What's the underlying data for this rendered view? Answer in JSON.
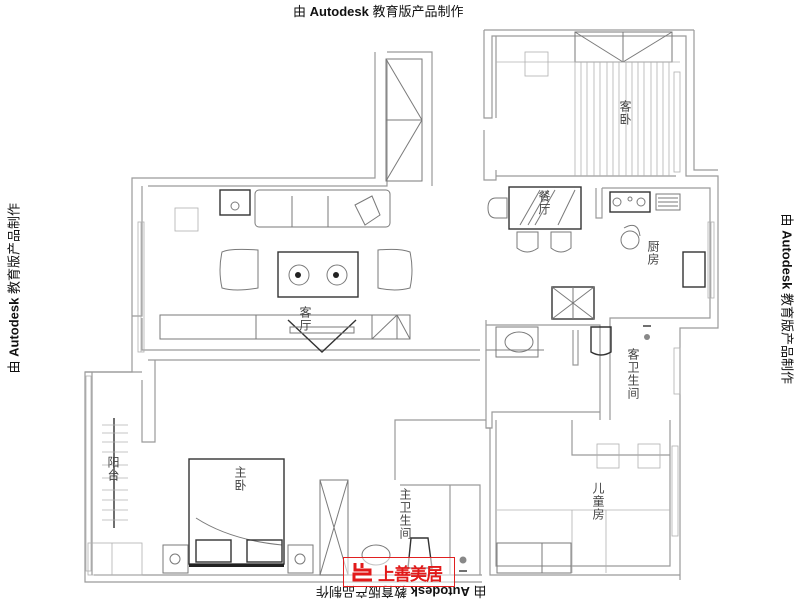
{
  "watermark": {
    "prefix": "由 ",
    "brand": "Autodesk",
    "suffix": " 教育版产品制作"
  },
  "rooms": {
    "guest_bedroom": "客卧",
    "dining": "餐厅",
    "kitchen": "厨房",
    "living_room": "客厅",
    "guest_bathroom": "客卫生间",
    "balcony": "阳台",
    "master_bedroom": "主卧",
    "master_bathroom": "主卫生间",
    "kids_room": "儿童房"
  },
  "logo": {
    "text": "上善美居",
    "color": "#e21a1a"
  },
  "colors": {
    "wall": "#9a9a9a",
    "furniture": "#7a7a7a",
    "fixture_dark": "#333333",
    "background": "#ffffff"
  }
}
